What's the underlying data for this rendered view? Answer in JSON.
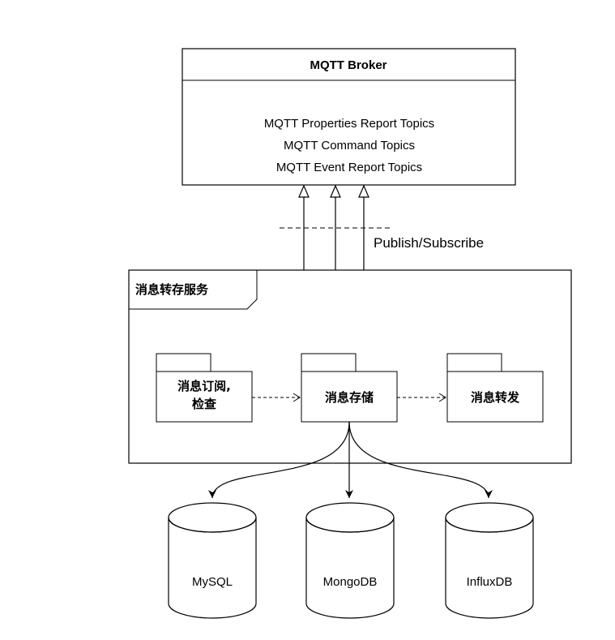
{
  "broker": {
    "title": "MQTT Broker",
    "topics": [
      "MQTT Properties Report Topics",
      "MQTT Command Topics",
      "MQTT Event Report Topics"
    ]
  },
  "pubsub_label": "Publish/Subscribe",
  "service": {
    "title": "消息转存服务",
    "packages": {
      "subscribe_line1": "消息订阅,",
      "subscribe_line2": "检查",
      "storage": "消息存储",
      "forward": "消息转发"
    }
  },
  "databases": {
    "mysql": "MySQL",
    "mongodb": "MongoDB",
    "influxdb": "InfluxDB"
  }
}
